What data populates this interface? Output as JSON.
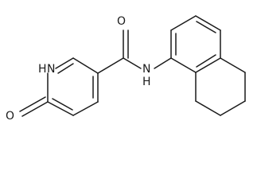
{
  "molecule": {
    "atoms": {
      "carbonyl_oxygen": "O",
      "ring_oxygen": "O",
      "amide_nitrogen": "N",
      "amide_hydrogen": "H",
      "ring_nitrogen": "N",
      "ring_hydrogen": "H"
    },
    "colors": {
      "bond": "#1a1a1a",
      "label": "#1a1a1a",
      "background": "#ffffff"
    }
  }
}
